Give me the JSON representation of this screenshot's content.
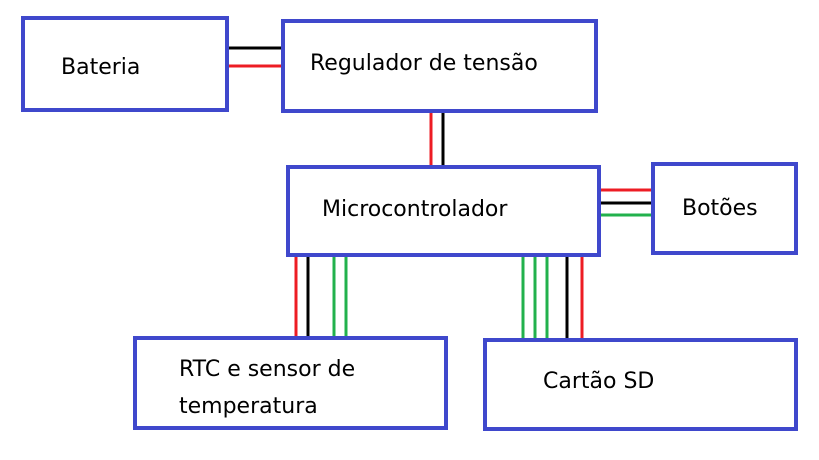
{
  "colors": {
    "box_border": "#3f48cc",
    "wire_red": "#ed1c24",
    "wire_black": "#000000",
    "wire_green": "#22b14c"
  },
  "blocks": {
    "bateria": "Bateria",
    "regulador": "Regulador de tensão",
    "microcontrolador": "Microcontrolador",
    "botoes": "Botões",
    "rtc_line1": "RTC e sensor de",
    "rtc_line2": "temperatura",
    "cartao": "Cartão SD"
  },
  "connections": [
    {
      "from": "bateria",
      "to": "regulador",
      "wires": [
        "black",
        "red"
      ]
    },
    {
      "from": "regulador",
      "to": "microcontrolador",
      "wires": [
        "red",
        "black"
      ]
    },
    {
      "from": "microcontrolador",
      "to": "botoes",
      "wires": [
        "red",
        "black",
        "green"
      ]
    },
    {
      "from": "microcontrolador",
      "to": "rtc",
      "wires": [
        "red",
        "black",
        "green",
        "green"
      ]
    },
    {
      "from": "microcontrolador",
      "to": "cartao",
      "wires": [
        "green",
        "green",
        "green",
        "black",
        "red"
      ]
    }
  ]
}
